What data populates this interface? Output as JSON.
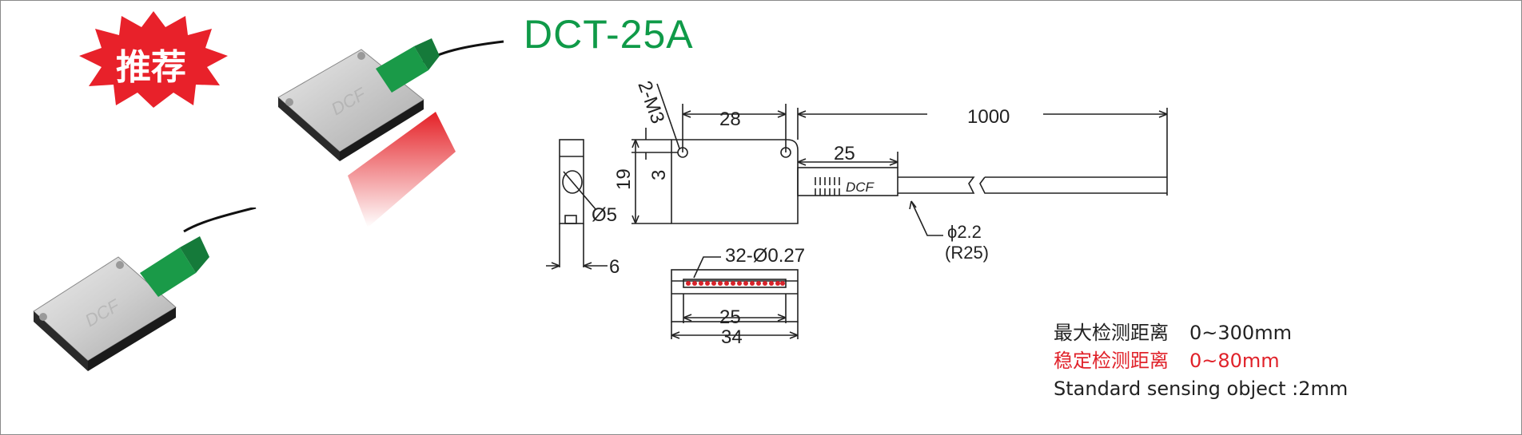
{
  "product": {
    "model": "DCT-25A",
    "badge": "推荐",
    "brand_logo": "DCF"
  },
  "drawing": {
    "dim_mount_hole": "2-M3",
    "dim_hole_spacing": "28",
    "dim_cable_length": "1000",
    "dim_sleeve_length": "25",
    "dim_height_total": "19",
    "dim_hole_offset": "3",
    "dim_lens_dia": "Ø5",
    "dim_thickness": "6",
    "dim_fiber_array": "32-Ø0.27",
    "dim_array_width": "25",
    "dim_body_width": "34",
    "dim_cable_dia": "ϕ2.2",
    "dim_bend_radius": "(R25)"
  },
  "specs": {
    "max_distance_label": "最大检测距离",
    "max_distance_value": "0~300mm",
    "stable_distance_label": "稳定检测距离",
    "stable_distance_value": "0~80mm",
    "standard_object": "Standard sensing object :2mm"
  },
  "colors": {
    "title_green": "#0f9a48",
    "badge_red": "#e8212a",
    "stable_red": "#e0222a",
    "fiber_green": "#1a9a48"
  }
}
